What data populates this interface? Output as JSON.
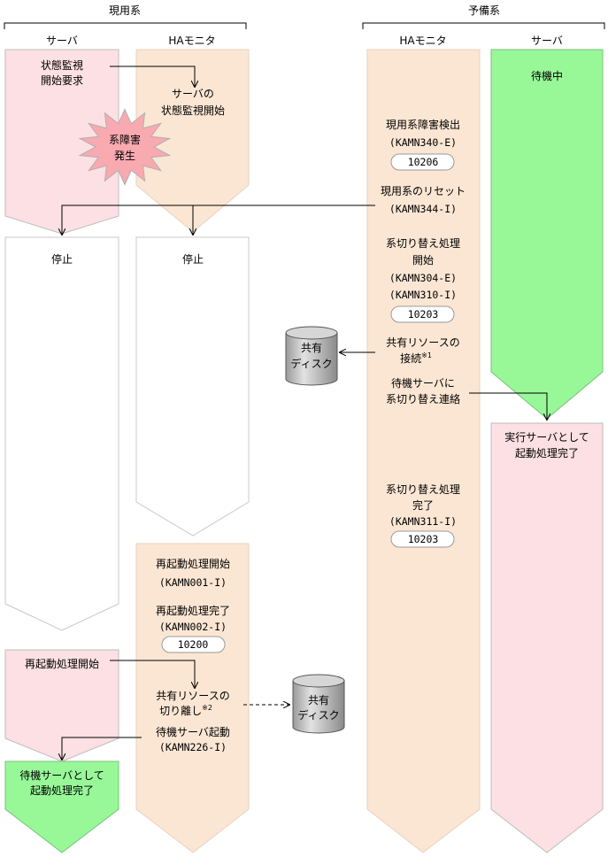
{
  "headers": {
    "active": "現用系",
    "standby": "予備系"
  },
  "columns": {
    "active_server": "サーバ",
    "active_ha": "HAモニタ",
    "standby_ha": "HAモニタ",
    "standby_server": "サーバ"
  },
  "active_server": {
    "monitor_request": [
      "状態監視",
      "開始要求"
    ],
    "failure_burst": [
      "系障害",
      "発生"
    ],
    "stop": "停止",
    "restart_start": "再起動処理開始",
    "standby_done": [
      "待機サーバとして",
      "起動処理完了"
    ]
  },
  "active_ha": {
    "monitor_start": [
      "サーバの",
      "状態監視開始"
    ],
    "stop": "停止",
    "restart_start": "再起動処理開始",
    "restart_start_code": "(KAMN001-I)",
    "restart_done": "再起動処理完了",
    "restart_done_code": "(KAMN002-I)",
    "restart_done_badge": "10200",
    "detach": "共有リソースの",
    "detach2": "切り離し",
    "detach_note": "※2",
    "standby_start": "待機サーバ起動",
    "standby_start_code": "(KAMN226-I)"
  },
  "standby_ha": {
    "detect": "現用系障害検出",
    "detect_code": "(KAMN340-E)",
    "detect_badge": "10206",
    "reset": "現用系のリセット",
    "reset_code": "(KAMN344-I)",
    "switch_start": [
      "系切り替え処理",
      "開始"
    ],
    "switch_start_code1": "(KAMN304-E)",
    "switch_start_code2": "(KAMN310-I)",
    "switch_start_badge": "10203",
    "connect": "共有リソースの",
    "connect2": "接続",
    "connect_note": "※1",
    "notify": [
      "待機サーバに",
      "系切り替え連絡"
    ],
    "switch_done": [
      "系切り替え処理",
      "完了"
    ],
    "switch_done_code": "(KAMN311-I)",
    "switch_done_badge": "10203"
  },
  "standby_server": {
    "waiting": "待機中",
    "exec_done": [
      "実行サーバとして",
      "起動処理完了"
    ]
  },
  "shared_disk": [
    "共有",
    "ディスク"
  ],
  "colors": {
    "pink": "#fde0e3",
    "beige": "#fbe6d3",
    "green": "#98f898",
    "disk": "#c6c6c6"
  }
}
